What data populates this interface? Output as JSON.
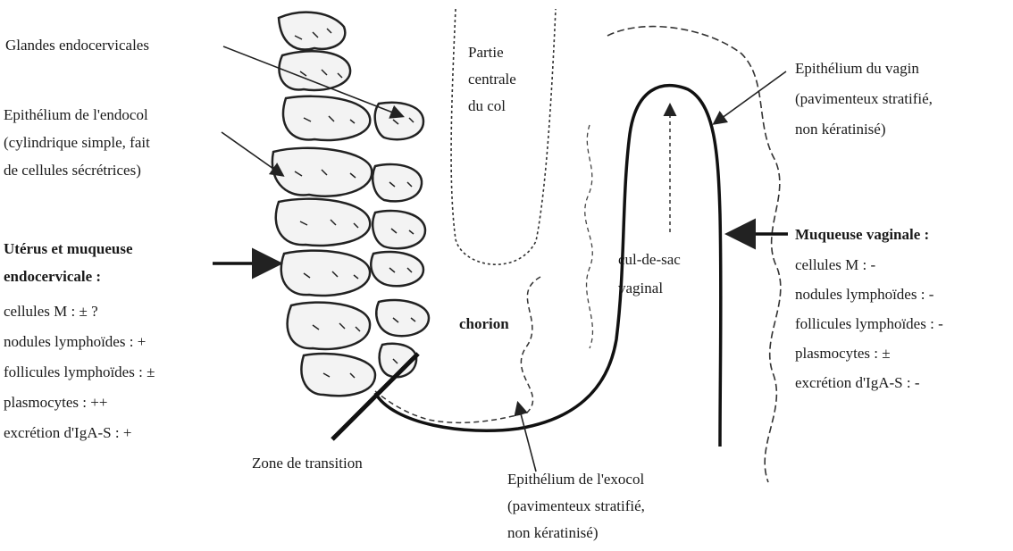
{
  "labels": {
    "glandes": "Glandes endocervicales",
    "epith_endocol": [
      "Epithélium de l'endocol",
      "(cylindrique simple, fait",
      "de cellules sécrétrices)"
    ],
    "partie_centrale": [
      "Partie",
      "centrale",
      "du col"
    ],
    "epith_vagin": [
      "Epithélium du vagin",
      "(pavimenteux stratifié,",
      "non kératinisé)"
    ],
    "cul_de_sac": [
      "cul-de-sac",
      "vaginal"
    ],
    "chorion": "chorion",
    "zone_transition": "Zone de transition",
    "epith_exocol": [
      "Epithélium de l'exocol",
      "(pavimenteux stratifié,",
      "non kératinisé)"
    ]
  },
  "endocervical_block": {
    "title": [
      "Utérus et muqueuse",
      "endocervicale :"
    ],
    "items": [
      "cellules M : ± ?",
      "nodules lymphoïdes : +",
      "follicules lymphoïdes : ±",
      "plasmocytes : ++",
      "excrétion d'IgA-S : +"
    ]
  },
  "vaginal_block": {
    "title": "Muqueuse vaginale :",
    "items": [
      "cellules M : -",
      "nodules lymphoïdes : -",
      "follicules lymphoïdes : -",
      "plasmocytes : ±",
      "excrétion d'IgA-S : -"
    ]
  }
}
